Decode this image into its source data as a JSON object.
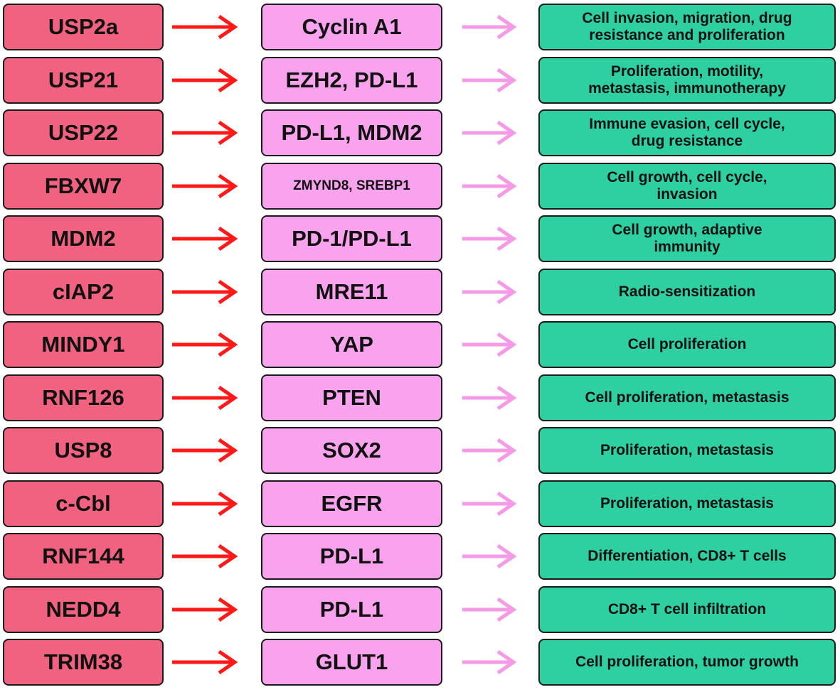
{
  "colors": {
    "enzyme_box": "#f0627f",
    "target_box": "#f9a3ef",
    "effect_box": "#2ecfa0",
    "enzyme_arrow": "#ff1a1a",
    "target_arrow": "#f49ae6",
    "border": "#1a1a1a"
  },
  "rows": [
    {
      "enzyme": "USP2a",
      "target": "Cyclin A1",
      "effect": "Cell invasion,  migration, drug\nresistance and proliferation"
    },
    {
      "enzyme": "USP21",
      "target": "EZH2, PD-L1",
      "effect": "Proliferation, motility,\nmetastasis, immunotherapy"
    },
    {
      "enzyme": "USP22",
      "target": "PD-L1, MDM2",
      "effect": "Immune evasion,  cell cycle,\ndrug resistance"
    },
    {
      "enzyme": "FBXW7",
      "target": "ZMYND8,  SREBP1",
      "effect": "Cell growth, cell cycle,\ninvasion"
    },
    {
      "enzyme": "MDM2",
      "target": "PD-1/PD-L1",
      "effect": "Cell growth, adaptive\nimmunity"
    },
    {
      "enzyme": "cIAP2",
      "target": "MRE11",
      "effect": "Radio-sensitization"
    },
    {
      "enzyme": "MINDY1",
      "target": "YAP",
      "effect": "Cell proliferation"
    },
    {
      "enzyme": "RNF126",
      "target": "PTEN",
      "effect": "Cell proliferation,  metastasis"
    },
    {
      "enzyme": "USP8",
      "target": "SOX2",
      "effect": "Proliferation, metastasis"
    },
    {
      "enzyme": "c-Cbl",
      "target": "EGFR",
      "effect": "Proliferation, metastasis"
    },
    {
      "enzyme": "RNF144",
      "target": "PD-L1",
      "effect": "Differentiation,  CD8+ T cells"
    },
    {
      "enzyme": "NEDD4",
      "target": "PD-L1",
      "effect": "CD8+ T cell infiltration"
    },
    {
      "enzyme": "TRIM38",
      "target": "GLUT1",
      "effect": "Cell proliferation,  tumor growth"
    }
  ]
}
